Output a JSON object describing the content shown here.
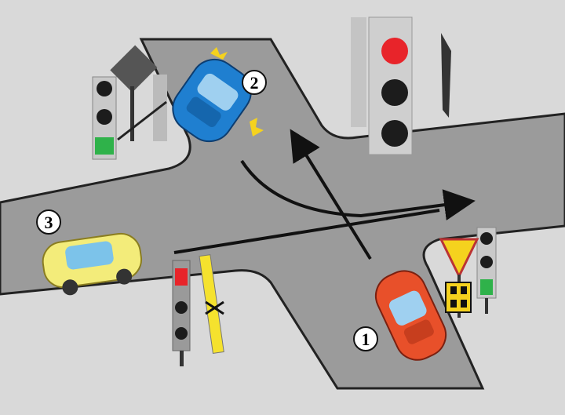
{
  "colors": {
    "background": "#d9d9d9",
    "road": "#9b9b9b",
    "car_1": "#e8502a",
    "car_2": "#1f7fd0",
    "car_3": "#f3ec7a",
    "signal_red": "#e8242a",
    "signal_green": "#2fb24a",
    "yield_sign": "#f5d21e"
  },
  "cars": [
    {
      "label": "1",
      "color": "car_1"
    },
    {
      "label": "2",
      "color": "car_2"
    },
    {
      "label": "3",
      "color": "car_3"
    }
  ]
}
